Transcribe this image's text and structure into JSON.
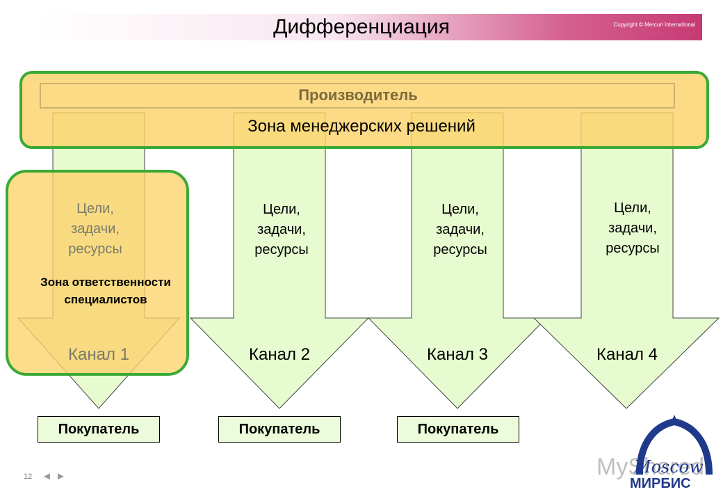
{
  "header": {
    "title": "Дифференциация",
    "copyright": "Copyright © Mercuri International"
  },
  "producer_zone": {
    "producer_label": "Производитель",
    "management_label": "Зона менеджерских решений"
  },
  "specialist_zone": {
    "label": "Зона ответственности специалистов"
  },
  "channels": [
    {
      "goals": [
        "Цели,",
        "задачи,",
        "ресурсы"
      ],
      "name": "Канал 1"
    },
    {
      "goals": [
        "Цели,",
        "задачи,",
        "ресурсы"
      ],
      "name": "Канал 2"
    },
    {
      "goals": [
        "Цели,",
        "задачи,",
        "ресурсы"
      ],
      "name": "Канал 3"
    },
    {
      "goals": [
        "Цели,",
        "задачи,",
        "ресурсы"
      ],
      "name": "Канал 4"
    }
  ],
  "buyers": [
    "Покупатель",
    "Покупатель",
    "Покупатель"
  ],
  "footer": {
    "page_number": "12",
    "prev_icon": "◄",
    "next_icon": "►",
    "watermark": "MyShared",
    "logo_script": "Moscow",
    "logo_text": "МИРБИС"
  },
  "colors": {
    "arrow_fill": "#e6fbcf",
    "zone_fill": "#fcd26a",
    "zone_border": "#3aaa35",
    "title_gradient_end": "#c63a73",
    "logo_blue": "#1f3a8a"
  }
}
